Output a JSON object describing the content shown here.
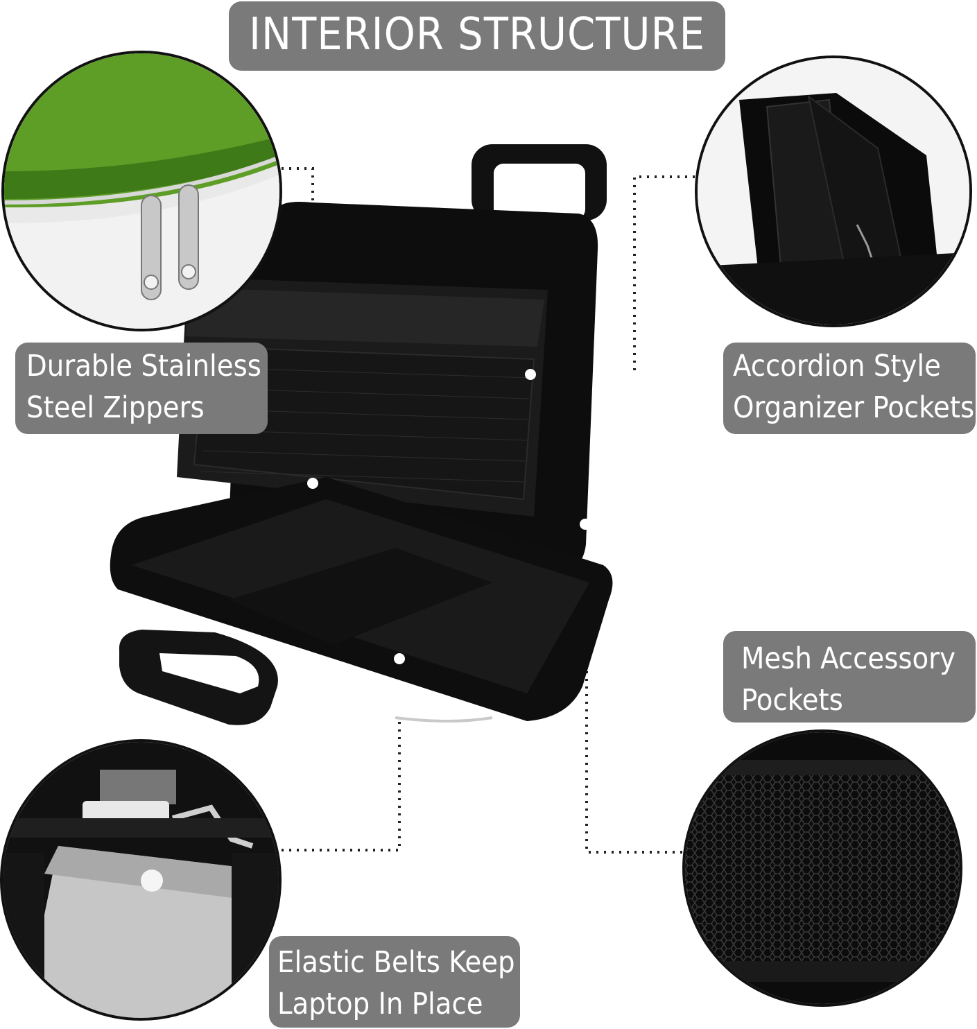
{
  "title": "INTERIOR STRUCTURE",
  "features": {
    "zippers": {
      "line1": "Durable Stainless",
      "line2": "Steel Zippers"
    },
    "accordion": {
      "line1": "Accordion Style",
      "line2": "Organizer Pockets"
    },
    "mesh": {
      "line1": "Mesh Accessory",
      "line2": "Pockets"
    },
    "elastic": {
      "line1": "Elastic Belts Keep",
      "line2": "Laptop In Place"
    }
  },
  "colors": {
    "label_background": "#7a7a7a",
    "label_text": "#ffffff",
    "bag_body": "#0d0d0d",
    "zipper_accent": "#6aa62a"
  },
  "icons": {
    "connector": "dotted-line",
    "marker": "white-dot"
  }
}
